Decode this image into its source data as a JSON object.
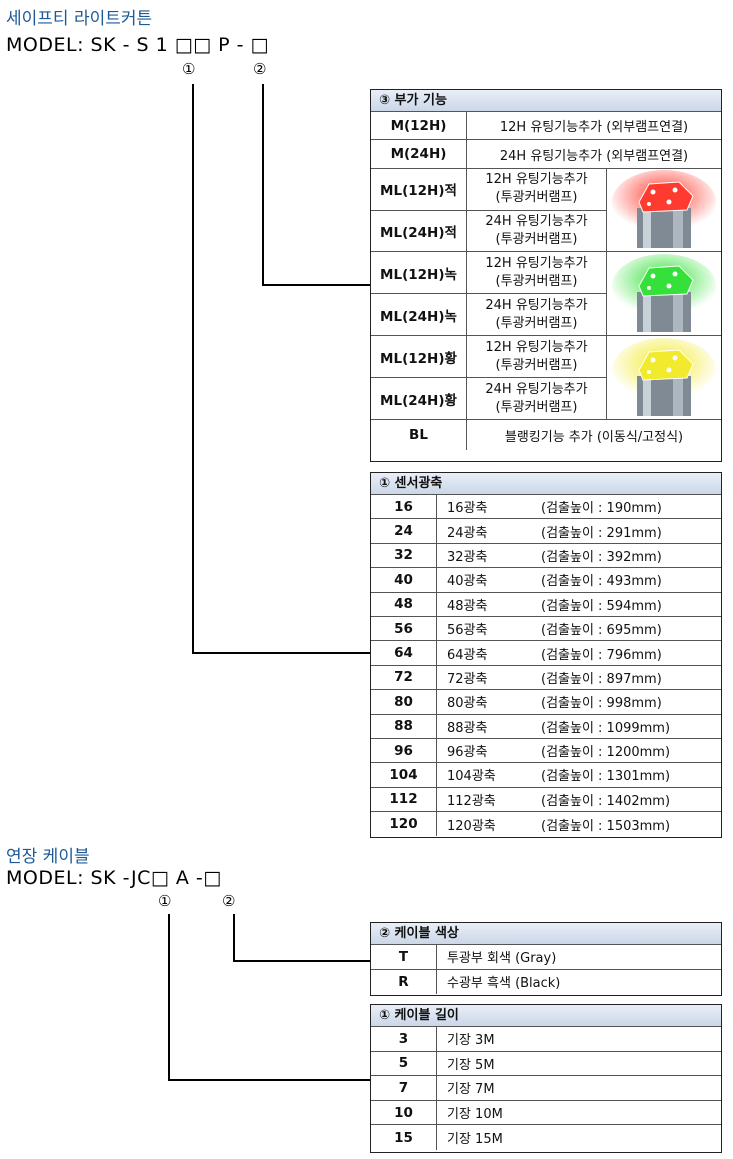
{
  "light_curtain": {
    "title": "세이프티 라이트커튼",
    "model": "MODEL: SK - S 1 □□ P - □",
    "marker_1": "①",
    "marker_2": "②",
    "options_table": {
      "header": "③ 부가 기능",
      "rows": [
        {
          "code": "M(12H)",
          "desc": "12H 유팅기능추가 (외부램프연결)"
        },
        {
          "code": "M(24H)",
          "desc": "24H 유팅기능추가 (외부램프연결)"
        },
        {
          "code": "ML(12H)적",
          "line1": "12H 유팅기능추가",
          "line2": "(투광커버램프)"
        },
        {
          "code": "ML(24H)적",
          "line1": "24H 유팅기능추가",
          "line2": "(투광커버램프)"
        },
        {
          "code": "ML(12H)녹",
          "line1": "12H 유팅기능추가",
          "line2": "(투광커버램프)"
        },
        {
          "code": "ML(24H)녹",
          "line1": "24H 유팅기능추가",
          "line2": "(투광커버램프)"
        },
        {
          "code": "ML(12H)황",
          "line1": "12H 유팅기능추가",
          "line2": "(투광커버램프)"
        },
        {
          "code": "ML(24H)황",
          "line1": "24H 유팅기능추가",
          "line2": "(투광커버램프)"
        },
        {
          "code": "BL",
          "desc": "블랭킹기능 추가 (이동식/고정식)"
        }
      ],
      "lamp_colors": {
        "red": "#ff3b2f",
        "green": "#35e03a",
        "yellow": "#f2ea2c"
      }
    },
    "axis_table": {
      "header": "① 센서광축",
      "rows": [
        {
          "code": "16",
          "name": "16광축",
          "height": "(검출높이 : 190mm)"
        },
        {
          "code": "24",
          "name": "24광축",
          "height": "(검출높이 : 291mm)"
        },
        {
          "code": "32",
          "name": "32광축",
          "height": "(검출높이 : 392mm)"
        },
        {
          "code": "40",
          "name": "40광축",
          "height": "(검출높이 : 493mm)"
        },
        {
          "code": "48",
          "name": "48광축",
          "height": "(검출높이 : 594mm)"
        },
        {
          "code": "56",
          "name": "56광축",
          "height": "(검출높이 : 695mm)"
        },
        {
          "code": "64",
          "name": "64광축",
          "height": "(검출높이 : 796mm)"
        },
        {
          "code": "72",
          "name": "72광축",
          "height": "(검출높이 : 897mm)"
        },
        {
          "code": "80",
          "name": "80광축",
          "height": "(검출높이 : 998mm)"
        },
        {
          "code": "88",
          "name": "88광축",
          "height": "(검출높이 : 1099mm)"
        },
        {
          "code": "96",
          "name": "96광축",
          "height": "(검출높이 : 1200mm)"
        },
        {
          "code": "104",
          "name": "104광축",
          "height": "(검출높이 : 1301mm)"
        },
        {
          "code": "112",
          "name": "112광축",
          "height": "(검출높이 : 1402mm)"
        },
        {
          "code": "120",
          "name": "120광축",
          "height": "(검출높이 : 1503mm)"
        }
      ]
    }
  },
  "cable": {
    "title": "연장 케이블",
    "model": "MODEL: SK -JC□ A -□",
    "marker_1": "①",
    "marker_2": "②",
    "color_table": {
      "header": "② 케이블 색상",
      "rows": [
        {
          "code": "T",
          "desc": "투광부 회색 (Gray)"
        },
        {
          "code": "R",
          "desc": "수광부 흑색 (Black)"
        }
      ]
    },
    "length_table": {
      "header": "① 케이블 길이",
      "rows": [
        {
          "code": "3",
          "desc": "기장 3M"
        },
        {
          "code": "5",
          "desc": "기장 5M"
        },
        {
          "code": "7",
          "desc": "기장 7M"
        },
        {
          "code": "10",
          "desc": "기장 10M"
        },
        {
          "code": "15",
          "desc": "기장 15M"
        }
      ]
    }
  }
}
